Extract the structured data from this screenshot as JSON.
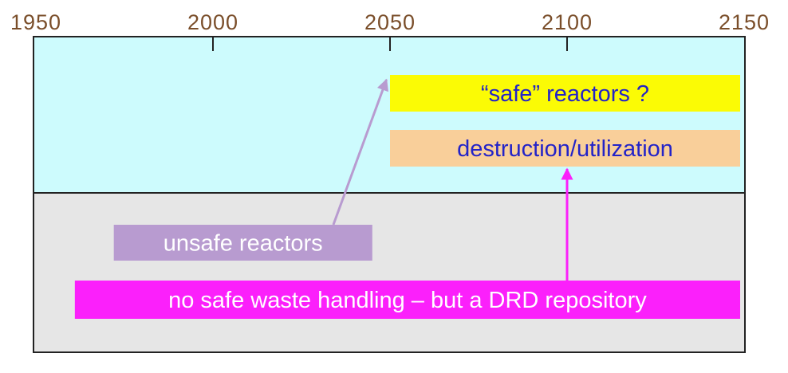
{
  "axis": {
    "ticks": [
      1950,
      2000,
      2050,
      2100,
      2150
    ],
    "tick_labels": [
      "1950",
      "2000",
      "2050",
      "2100",
      "2150"
    ],
    "range": [
      1950,
      2150
    ]
  },
  "zones": {
    "upper_color": "#cdfbfd",
    "lower_color": "#e6e6e6"
  },
  "bars": [
    {
      "id": "safe-reactors",
      "label": "“safe” reactors ?",
      "start": 2050,
      "end": 2150,
      "fill": "#fbfb05",
      "text_color": "#2323c8"
    },
    {
      "id": "destruction-utilization",
      "label": "destruction/utilization",
      "start": 2050,
      "end": 2150,
      "fill": "#f9cf9a",
      "text_color": "#2323c8"
    },
    {
      "id": "unsafe-reactors",
      "label": "unsafe reactors",
      "start": 1972,
      "end": 2045,
      "fill": "#b89bd0",
      "text_color": "#ffffff"
    },
    {
      "id": "no-safe-waste",
      "label": "no safe waste handling – but a DRD repository",
      "start": 1961,
      "end": 2150,
      "fill": "#fb20fb",
      "text_color": "#ffffff"
    }
  ],
  "arrows": [
    {
      "id": "unsafe-to-safe-arrow",
      "from_year": 2034,
      "to_year": 2049,
      "color": "#b89bd0"
    },
    {
      "id": "repository-to-destruction-arrow",
      "from_year": 2100,
      "to_year": 2100,
      "color": "#fb20fb"
    }
  ]
}
